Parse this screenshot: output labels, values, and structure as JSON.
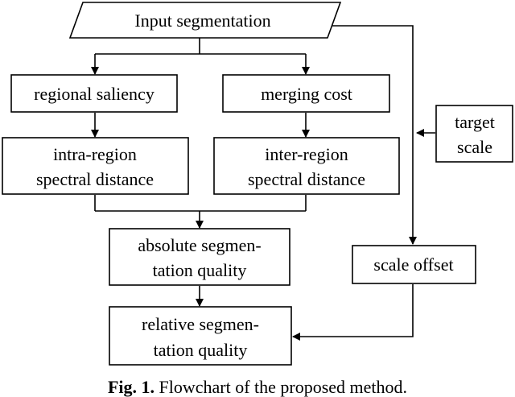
{
  "nodes": {
    "input": "Input segmentation",
    "regional_saliency": "regional saliency",
    "merging_cost": "merging cost",
    "intra_region": [
      "intra-region",
      "spectral distance"
    ],
    "inter_region": [
      "inter-region",
      "spectral distance"
    ],
    "absolute_quality": [
      "absolute segmen-",
      "tation quality"
    ],
    "relative_quality": [
      "relative segmen-",
      "tation quality"
    ],
    "target_scale": [
      "target",
      "scale"
    ],
    "scale_offset": "scale offset"
  },
  "caption": {
    "label": "Fig. 1.",
    "text": " Flowchart of the proposed method."
  }
}
